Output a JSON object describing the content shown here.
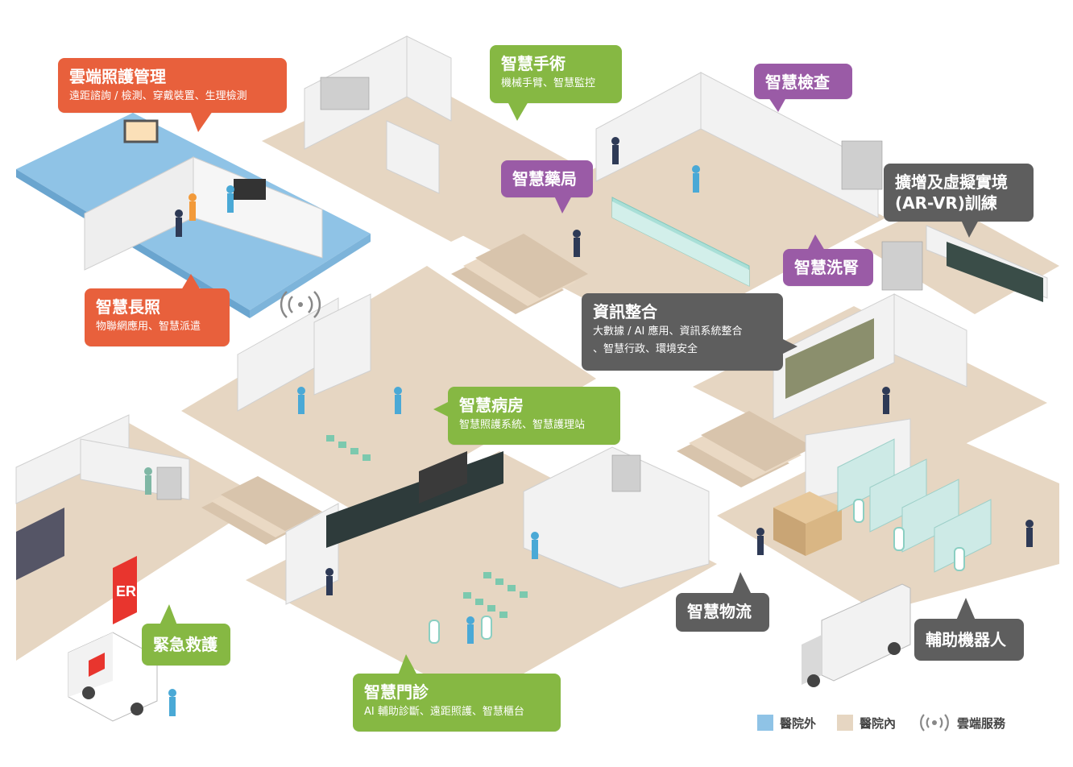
{
  "callouts": {
    "cloud_care": {
      "title": "雲端照護管理",
      "subtitle": "遠距諮詢 / 檢測、穿戴裝置、生理檢測",
      "color": "#e8603c"
    },
    "long_term_care": {
      "title": "智慧長照",
      "subtitle": "物聯網應用、智慧派遣",
      "color": "#e8603c"
    },
    "surgery": {
      "title": "智慧手術",
      "subtitle": "機械手臂、智慧監控",
      "color": "#86b843"
    },
    "ward": {
      "title": "智慧病房",
      "subtitle": "智慧照護系統、智慧護理站",
      "color": "#86b843"
    },
    "clinic": {
      "title": "智慧門診",
      "subtitle": "AI 輔助診斷、遠距照護、智慧櫃台",
      "color": "#86b843"
    },
    "emergency": {
      "title": "緊急救護",
      "color": "#86b843"
    },
    "pharmacy": {
      "title": "智慧藥局",
      "color": "#9a5ba6"
    },
    "examination": {
      "title": "智慧檢查",
      "color": "#9a5ba6"
    },
    "dialysis": {
      "title": "智慧洗腎",
      "color": "#9a5ba6"
    },
    "info": {
      "title": "資訊整合",
      "subtitle_line1": "大數據 / AI 應用、資訊系統整合",
      "subtitle_line2": "、智慧行政、環境安全",
      "color": "#5e5e5e"
    },
    "arvr": {
      "title_line1": "擴增及虛擬實境",
      "title_line2": "(AR-VR)訓練",
      "color": "#5e5e5e"
    },
    "logistics": {
      "title": "智慧物流",
      "color": "#5e5e5e"
    },
    "robot": {
      "title": "輔助機器人",
      "color": "#5e5e5e"
    }
  },
  "signs": {
    "er": "ER"
  },
  "legend": {
    "outside": {
      "label": "醫院外",
      "color": "#8fc3e6"
    },
    "inside": {
      "label": "醫院內",
      "color": "#e6d6c2"
    },
    "cloud": {
      "label": "雲端服務",
      "icon": "wifi-signal-icon"
    }
  }
}
